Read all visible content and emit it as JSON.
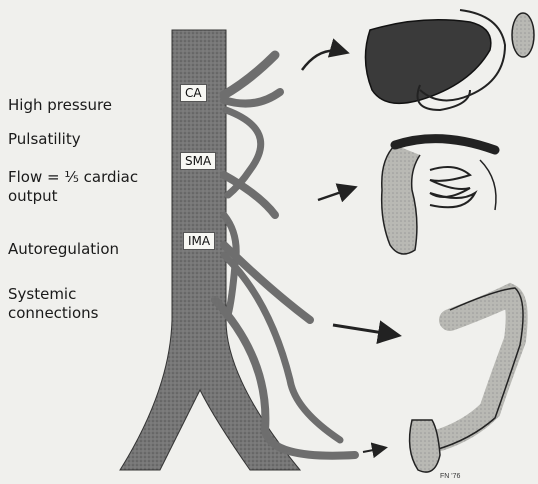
{
  "features": [
    "High pressure",
    "Pulsatility",
    "Flow = ⅕ cardiac output",
    "Autoregulation",
    "Systemic connections"
  ],
  "vessels": {
    "ca": "CA",
    "sma": "SMA",
    "ima": "IMA"
  },
  "signature": "FN '76",
  "colors": {
    "vessel": "#6e6e6e",
    "organ": "#3a3a3a",
    "background": "#f0f0ed"
  }
}
